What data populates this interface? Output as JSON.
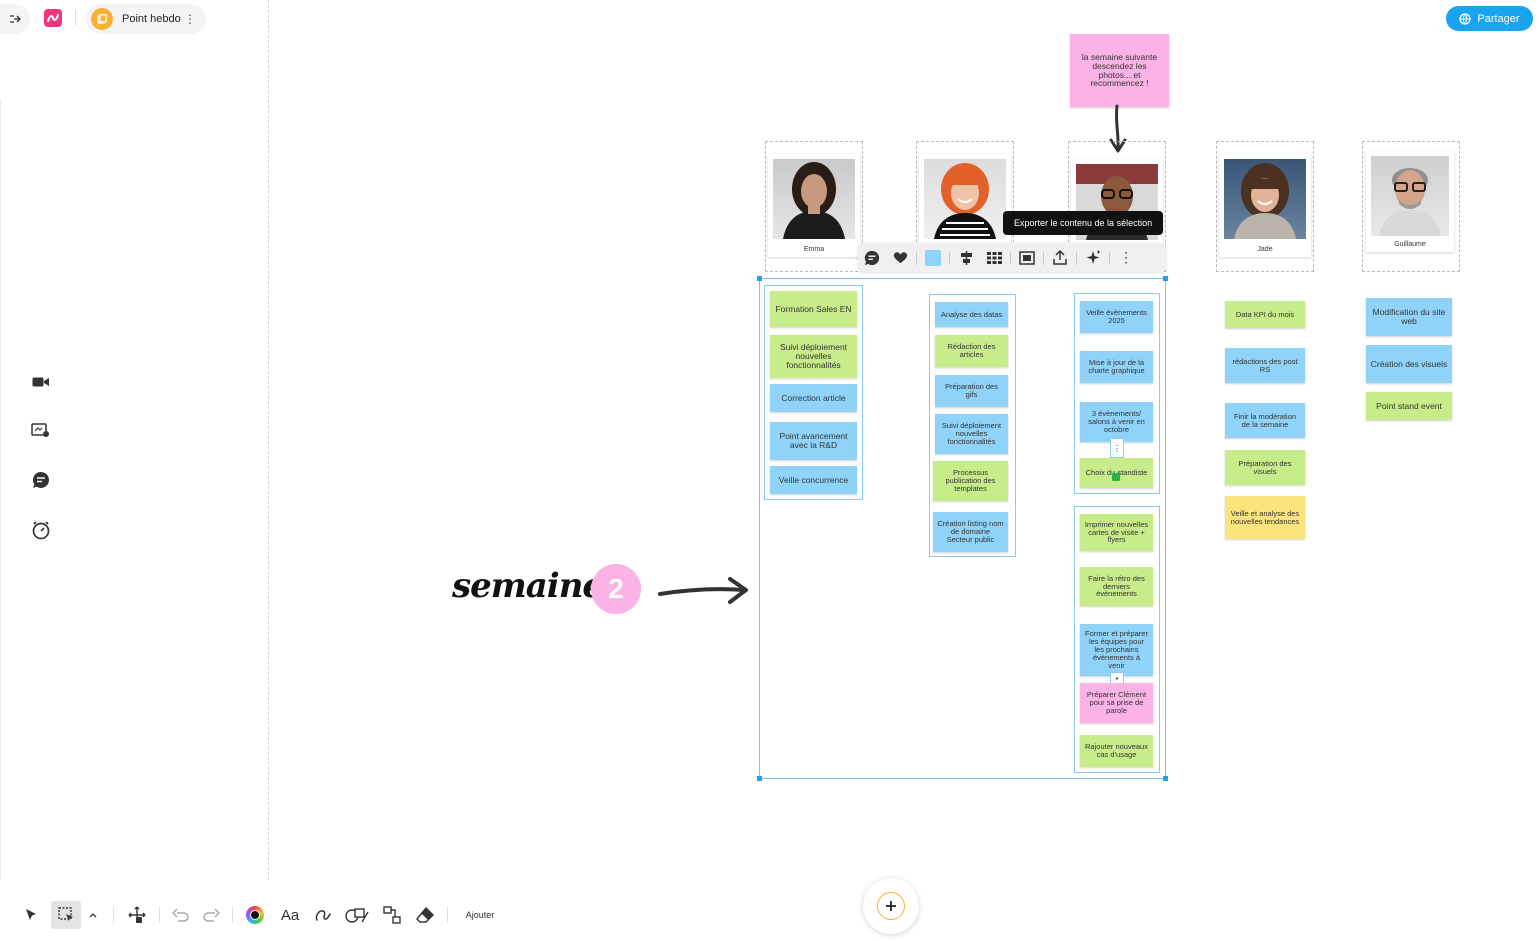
{
  "app": {
    "board_title": "Point hebdo",
    "share_label": "Partager",
    "colors": {
      "accent": "#1aa3ee",
      "brand": "#f2357f",
      "board_icon": "#f9b233"
    }
  },
  "tooltip": {
    "text": "Exporter le contenu de la sélection"
  },
  "annotation": {
    "instruction_note": "la semaine suivante descendez les photos... et recommencez !",
    "week_label": "semaine",
    "week_number": "2"
  },
  "people": [
    {
      "name": "Emma"
    },
    {
      "name": ""
    },
    {
      "name": ""
    },
    {
      "name": "Jade"
    },
    {
      "name": "Guillaume"
    }
  ],
  "columns": {
    "emma": [
      "Formation Sales EN",
      "Suivi déploiement nouvelles fonctionnalités",
      "Correction article",
      "Point avancement avec la R&D",
      "Veille concurrence"
    ],
    "col2": [
      "Analyse des datas",
      "Rédaction des articles",
      "Préparation des gifs",
      "Suivi déploiement nouvelles fonctionnalités",
      "Processus publication des templates",
      "Création listing nom de domaine Secteur public"
    ],
    "col3": [
      "Veille évènements 2025",
      "Mise à jour de la charte graphique",
      "3 évènements/ salons à venir en octobre",
      "Choix du standiste",
      "Imprimer nouvelles cartes de visite + flyers",
      "Faire la rétro des derniers évènements",
      "Former et préparer les équipes pour les prochains évènements à venir",
      "Préparer Clément pour sa prise de parole",
      "Rajouter nouveaux cas d'usage"
    ],
    "jade": [
      "Data KPI du mois",
      "rédactions des post RS",
      "Finir la modération de la semaine",
      "Préparation des visuels",
      "Veille et analyse des nouvelles tendances"
    ],
    "guillaume": [
      "Modification du site web",
      "Création des visuels",
      "Point stand event"
    ]
  },
  "bottom_toolbar": {
    "add_label": "Ajouter"
  },
  "icons": {
    "left_rail": [
      "video-camera-icon",
      "screen-share-icon",
      "comment-icon",
      "timer-icon"
    ],
    "context_toolbar": [
      "comment-icon",
      "heart-icon",
      "color-swatch-icon",
      "align-icon",
      "grid-icon",
      "frame-icon",
      "export-icon",
      "ai-sparkle-icon",
      "more-icon"
    ],
    "bottom": [
      "pointer-icon",
      "selection-icon",
      "chevron-up-icon",
      "pan-icon",
      "undo-icon",
      "redo-icon",
      "color-picker-icon",
      "text-icon",
      "pen-icon",
      "shapes-icon",
      "connector-icon",
      "eraser-icon"
    ]
  }
}
